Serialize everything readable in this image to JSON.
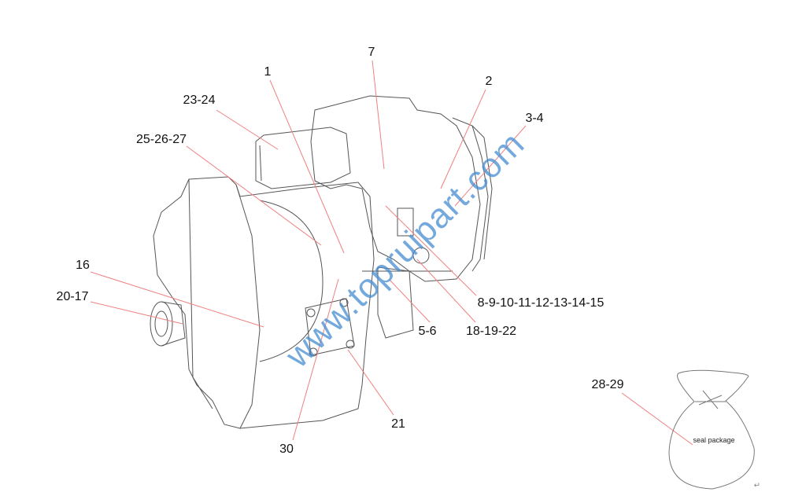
{
  "labels": {
    "l1": "1",
    "l7": "7",
    "l2": "2",
    "l34": "3-4",
    "l2324": "23-24",
    "l252627": "25-26-27",
    "l16": "16",
    "l2017": "20-17",
    "l8to15": "8-9-10-11-12-13-14-15",
    "l56": "5-6",
    "l181922": "18-19-22",
    "l21": "21",
    "l30": "30",
    "l2829": "28-29"
  },
  "seal_package_text": "seal package",
  "watermark": "www.topruipart.com",
  "return_mark": "↵",
  "colors": {
    "leader": "#f08080",
    "watermark": "#468cd2",
    "outline": "#555555"
  }
}
